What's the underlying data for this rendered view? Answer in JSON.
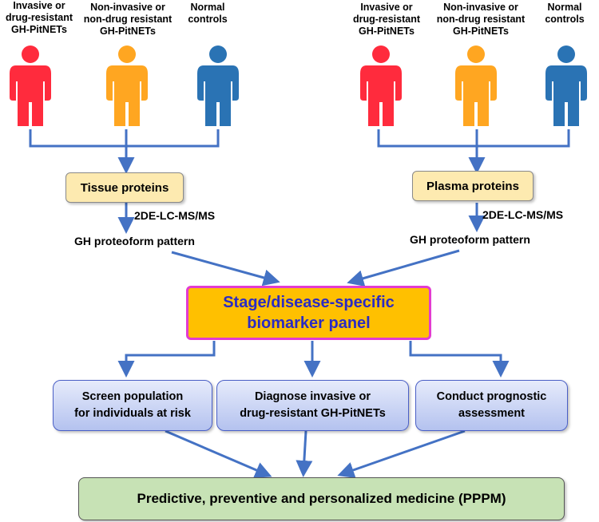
{
  "left_group": {
    "labels": [
      "Invasive or\ndrug-resistant\nGH-PitNETs",
      "Non-invasive or\nnon-drug resistant\nGH-PitNETs",
      "Normal\ncontrols"
    ],
    "colors": [
      "#ff2b3d",
      "#ffa621",
      "#2a73b4"
    ]
  },
  "right_group": {
    "labels": [
      "Invasive or\ndrug-resistant\nGH-PitNETs",
      "Non-invasive or\nnon-drug resistant\nGH-PitNETs",
      "Normal\ncontrols"
    ],
    "colors": [
      "#ff2b3d",
      "#ffa621",
      "#2a73b4"
    ]
  },
  "left_branch": {
    "protein_box": "Tissue proteins",
    "method": "2DE-LC-MS/MS",
    "pattern": "GH proteoform pattern"
  },
  "right_branch": {
    "protein_box": "Plasma proteins",
    "method": "2DE-LC-MS/MS",
    "pattern": "GH proteoform pattern"
  },
  "panel": {
    "line1": "Stage/disease-specific",
    "line2": "biomarker panel"
  },
  "actions": [
    "Screen population\nfor individuals at risk",
    "Diagnose invasive or\ndrug-resistant GH-PitNETs",
    "Conduct prognostic\nassessment"
  ],
  "outcome": "Predictive, preventive and personalized medicine (PPPM)",
  "colors": {
    "connector": "#4472c4",
    "panel_fill": "#ffc000",
    "panel_border": "#e23bd1",
    "panel_text": "#2b2bc4",
    "protein_fill": "#fdeab0",
    "outcome_fill": "#c7e2b5"
  }
}
